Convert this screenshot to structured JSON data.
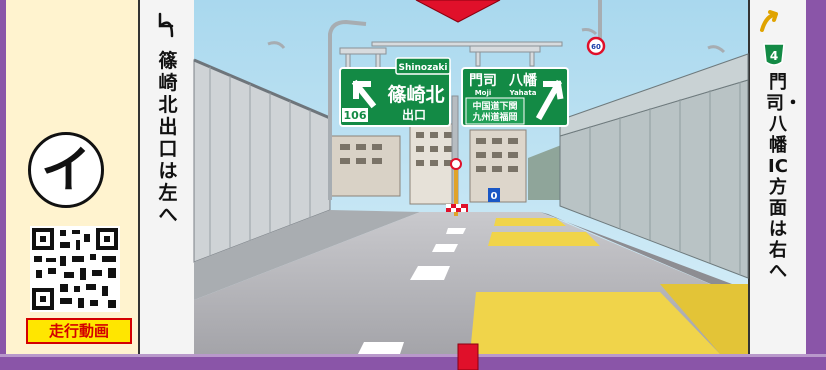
{
  "left_panel": {
    "marker": "イ",
    "video_button": "走行動画",
    "direction_text": "篠崎北出口は左へ"
  },
  "right_panel": {
    "route_number": "4",
    "direction_text": "門司・八幡IC方面は右へ"
  },
  "signs": {
    "left": {
      "romaji": "Shinozaki",
      "name": "篠崎北",
      "route": "106",
      "exit_label": "出口"
    },
    "right": {
      "dest_1": "門司",
      "dest_2": "八幡",
      "romaji_1": "Moji",
      "romaji_2": "Yahata",
      "via_1": "中国道下関",
      "via_2": "九州道福岡"
    },
    "speed_limit": "60",
    "lane_marker": "0"
  },
  "colors": {
    "frame_purple": "#8a55a8",
    "sign_green": "#138a45",
    "red_arrow": "#e0102a",
    "yellow_button": "#ffe600",
    "sky": "#bfe3f4",
    "road_yellow": "#f0d44a"
  }
}
